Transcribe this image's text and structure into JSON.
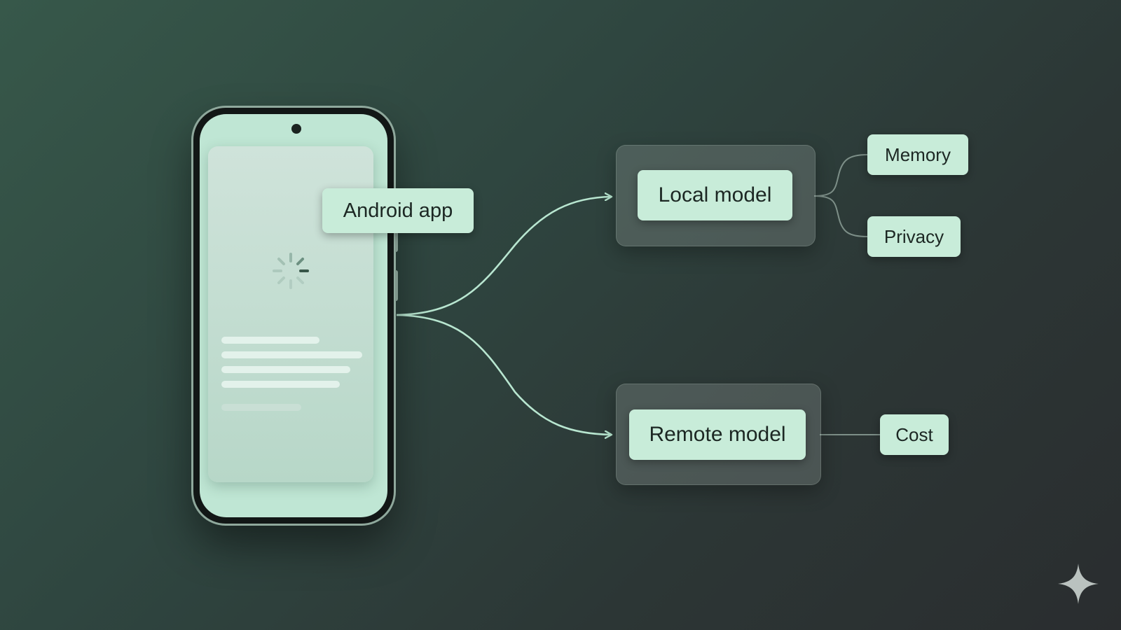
{
  "labels": {
    "app": "Android app",
    "local_model": "Local model",
    "remote_model": "Remote model",
    "memory": "Memory",
    "privacy": "Privacy",
    "cost": "Cost"
  },
  "icons": {
    "loading": "spinner-icon",
    "watermark": "sparkle-icon"
  },
  "colors": {
    "accent": "#c8ecd9",
    "connector": "#b8e6d0",
    "phone_screen": "#bfe6d4"
  }
}
